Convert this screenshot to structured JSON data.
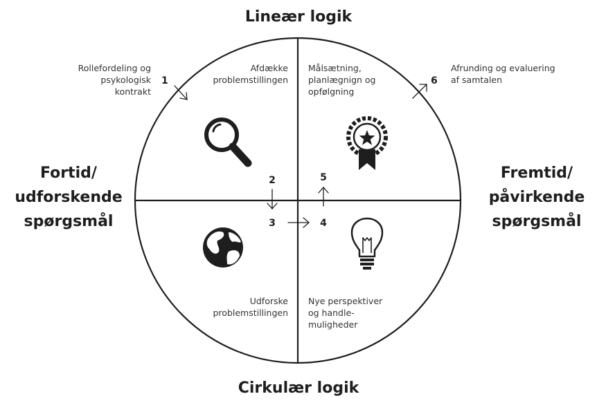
{
  "top_label": "Lineær logik",
  "bottom_label": "Cirkulær logik",
  "left_label": [
    "Fortid/",
    "udforskende",
    "spørgsmål"
  ],
  "right_label": [
    "Fremtid/",
    "påvirkende",
    "spørgsmål"
  ],
  "quadrants": {
    "top_left": [
      "Afdække",
      "problemstillingen"
    ],
    "top_right": [
      "Målsætning,",
      "planlægnign og",
      "opfølgning"
    ],
    "bottom_left": [
      "Udforske",
      "problemstillingen"
    ],
    "bottom_right": [
      "Nye perspektiver",
      "og handle-",
      "muligheder"
    ]
  },
  "steps": {
    "1": {
      "number": "1",
      "lines": [
        "Rollefordeling og",
        "psykologisk",
        "kontrakt"
      ]
    },
    "2": {
      "number": "2"
    },
    "3": {
      "number": "3"
    },
    "4": {
      "number": "4"
    },
    "5": {
      "number": "5"
    },
    "6": {
      "number": "6",
      "lines": [
        "Afrunding og evaluering",
        "af samtalen"
      ]
    }
  },
  "icons": {
    "top_left": "magnifying-glass-icon",
    "top_right": "award-ribbon-icon",
    "bottom_left": "globe-icon",
    "bottom_right": "light-bulb-icon"
  }
}
